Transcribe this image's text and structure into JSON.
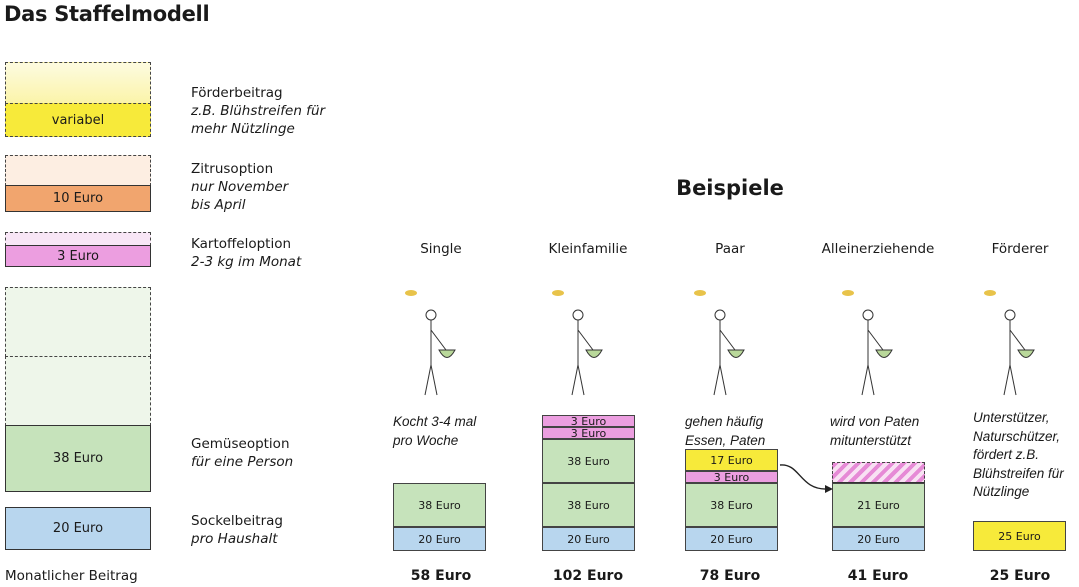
{
  "title": "Das Staffelmodell",
  "legend": [
    {
      "box_label": "variabel",
      "name": "Förderbeitrag",
      "note": [
        "z.B. Blühstreifen für",
        "mehr Nützlinge"
      ]
    },
    {
      "box_label": "10 Euro",
      "name": "Zitrusoption",
      "note": [
        "nur November",
        "bis April"
      ]
    },
    {
      "box_label": "3 Euro",
      "name": "Kartoffeloption",
      "note": [
        "2-3 kg im Monat"
      ]
    },
    {
      "box_label": "38 Euro",
      "name": "Gemüseoption",
      "note": [
        "für eine Person"
      ]
    },
    {
      "box_label": "20 Euro",
      "name": "Sockelbeitrag",
      "note": [
        "pro Haushalt"
      ]
    }
  ],
  "footer_label": "Monatlicher Beitrag",
  "examples_title": "Beispiele",
  "examples": [
    {
      "name": "Single",
      "desc": [
        "Kocht 3-4 mal",
        "pro Woche"
      ],
      "total": "58 Euro",
      "segments": [
        {
          "label": "38 Euro",
          "kind": "green"
        },
        {
          "label": "20 Euro",
          "kind": "blue"
        }
      ]
    },
    {
      "name": "Kleinfamilie",
      "desc": [],
      "total": "102 Euro",
      "segments": [
        {
          "label": "3 Euro",
          "kind": "pink"
        },
        {
          "label": "3 Euro",
          "kind": "pink"
        },
        {
          "label": "38 Euro",
          "kind": "green"
        },
        {
          "label": "38 Euro",
          "kind": "green"
        },
        {
          "label": "20 Euro",
          "kind": "blue"
        }
      ]
    },
    {
      "name": "Paar",
      "desc": [
        "gehen häufig",
        "Essen, Paten"
      ],
      "total": "78 Euro",
      "segments": [
        {
          "label": "17 Euro",
          "kind": "yellow"
        },
        {
          "label": "3 Euro",
          "kind": "pink"
        },
        {
          "label": "38 Euro",
          "kind": "green"
        },
        {
          "label": "20 Euro",
          "kind": "blue"
        }
      ]
    },
    {
      "name": "Alleinerziehende",
      "desc": [
        "wird von Paten",
        "mitunterstützt"
      ],
      "total": "41 Euro",
      "segments": [
        {
          "label": "",
          "kind": "hatch"
        },
        {
          "label": "21 Euro",
          "kind": "green"
        },
        {
          "label": "20 Euro",
          "kind": "blue"
        }
      ]
    },
    {
      "name": "Förderer",
      "desc": [
        "Unterstützer,",
        "Naturschützer,",
        "fördert z.B.",
        "Blühstreifen für",
        "Nützlinge"
      ],
      "total": "25 Euro",
      "segments": [
        {
          "label": "25 Euro",
          "kind": "yellow"
        }
      ]
    }
  ]
}
